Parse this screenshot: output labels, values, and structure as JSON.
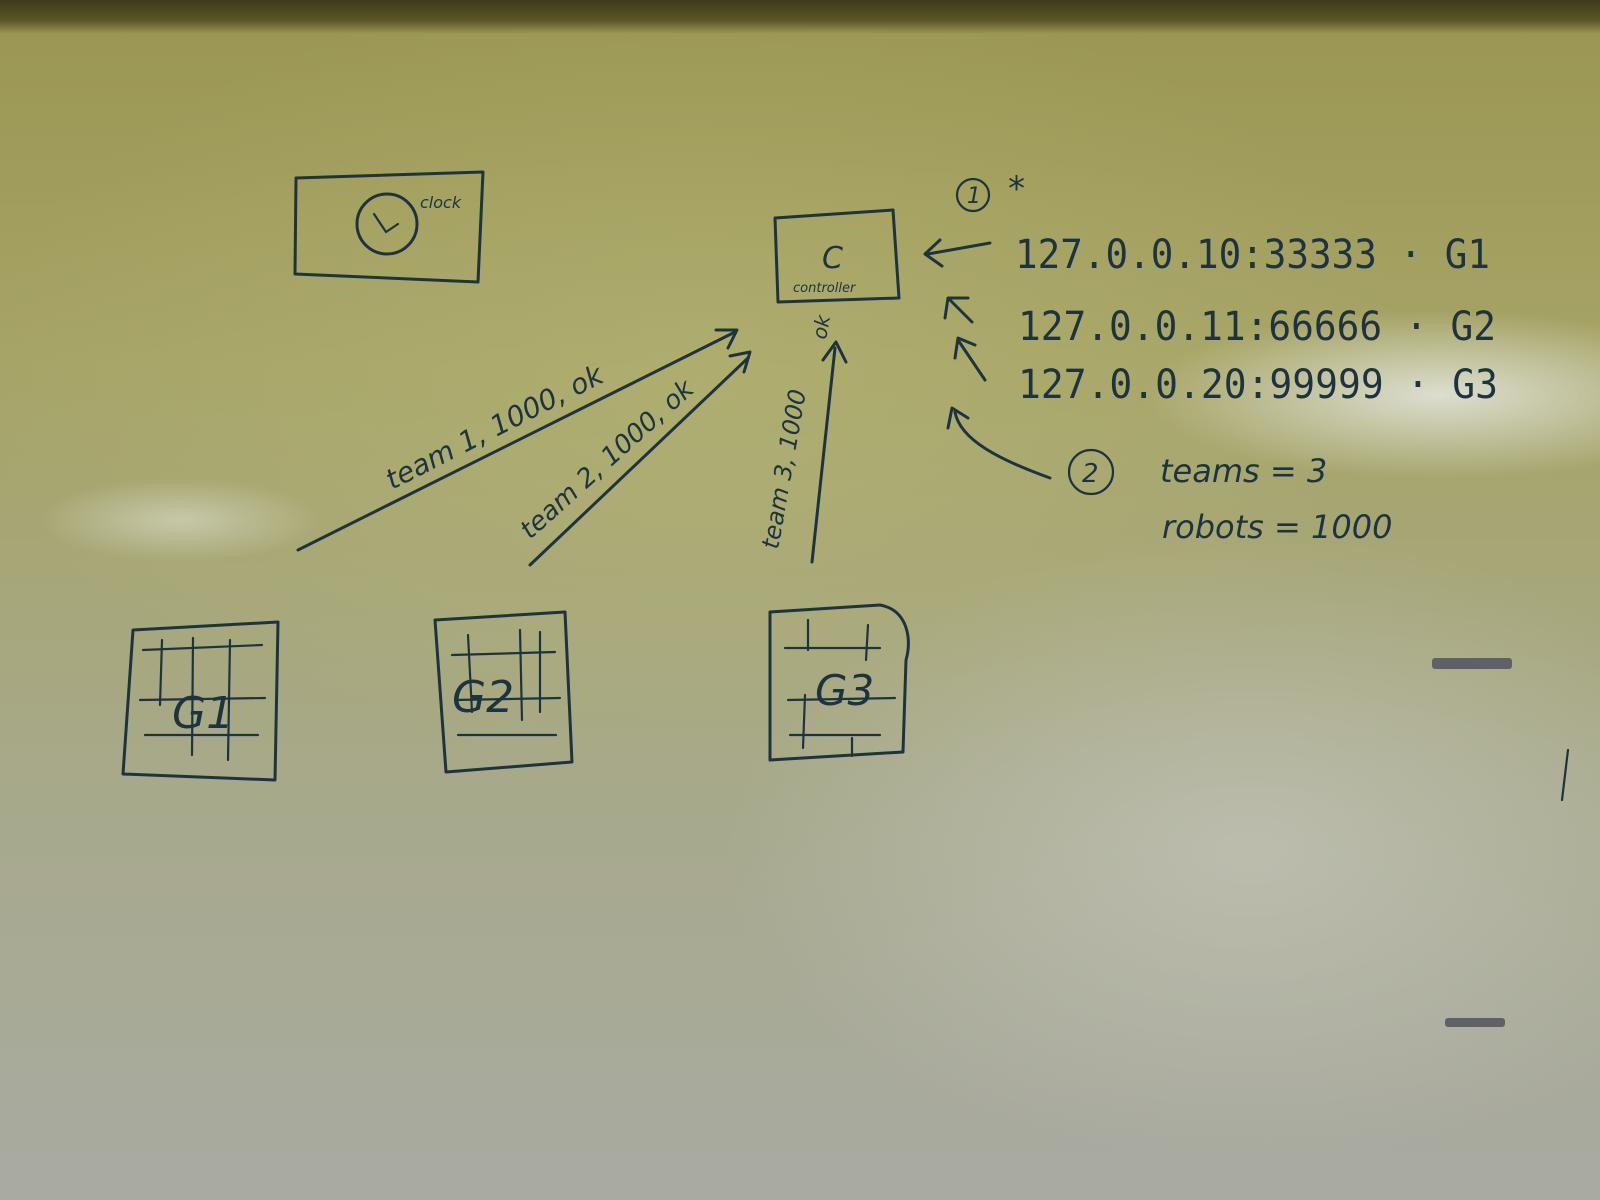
{
  "clock_box": {
    "label": "clock"
  },
  "controller_box": {
    "letter": "C",
    "label": "controller"
  },
  "step1": {
    "marker": "1",
    "star": "*"
  },
  "addresses": [
    {
      "text": "127.0.0.10:33333 · G1"
    },
    {
      "text": "127.0.0.11:66666 · G2"
    },
    {
      "text": "127.0.0.20:99999 · G3"
    }
  ],
  "step2": {
    "marker": "2",
    "lines": [
      "teams = 3",
      "robots = 1000"
    ]
  },
  "arrows": {
    "a1": "team 1, 1000, ok",
    "a2": "team 2, 1000, ok",
    "a3": "team 3, 1000",
    "a3_ok": "ok"
  },
  "grids": [
    {
      "label": "G1"
    },
    {
      "label": "G2"
    },
    {
      "label": "G3"
    }
  ],
  "colors": {
    "ink": "#1d3440",
    "board": "#a7a98a"
  }
}
